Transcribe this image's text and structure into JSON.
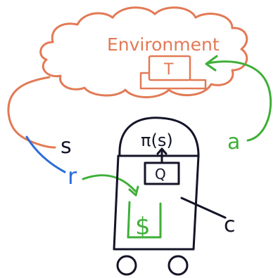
{
  "diagram": {
    "environment_label": "Environment",
    "transition_label": "T",
    "policy_label": "π(s)",
    "q_label": "Q",
    "reward_symbol": "$",
    "state_label": "s",
    "reward_label": "r",
    "action_label": "a",
    "cost_label": "c",
    "colors": {
      "environment": "#E27A55",
      "action": "#3FAF38",
      "reward": "#2A6DD8",
      "robot": "#141428",
      "money": "#3FAF38"
    }
  }
}
